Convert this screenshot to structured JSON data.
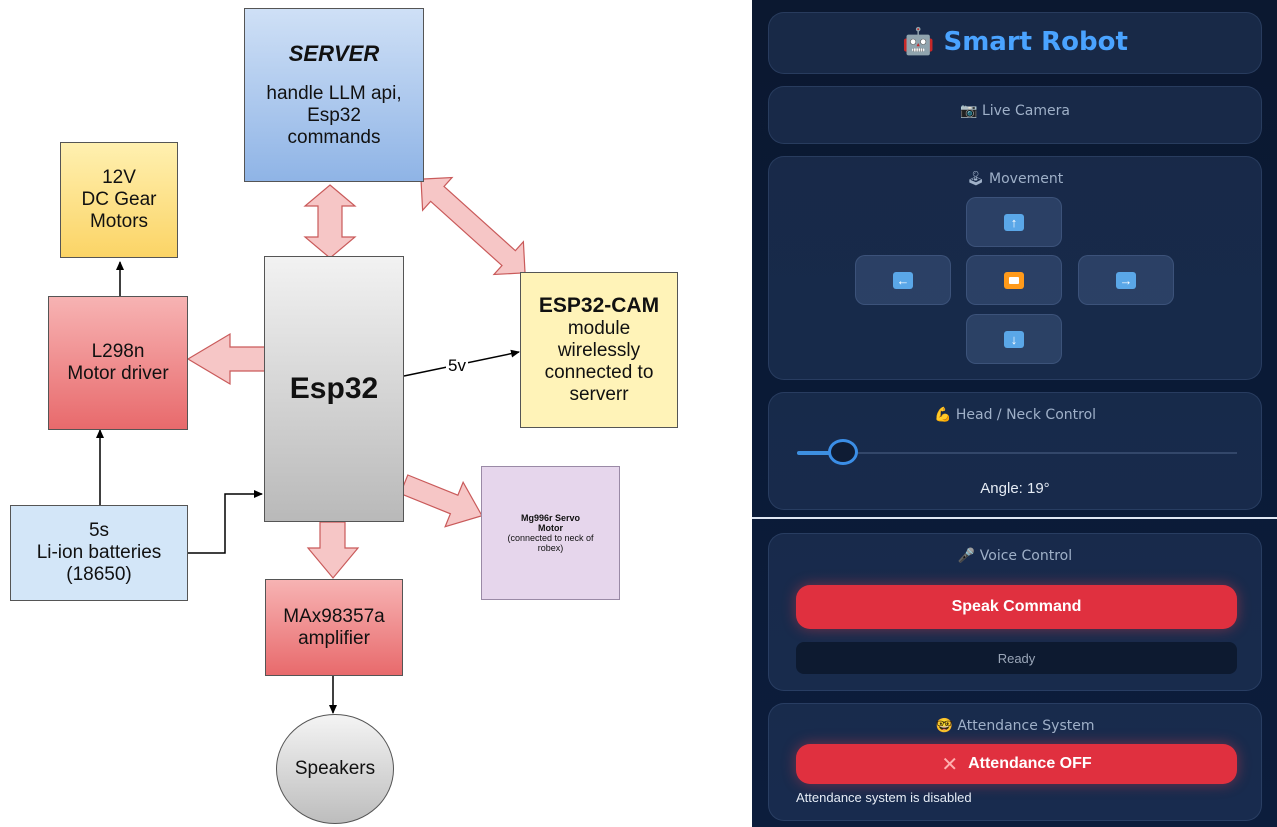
{
  "diagram": {
    "server": {
      "title": "SERVER",
      "desc": [
        "handle LLM api,",
        "Esp32",
        "commands"
      ]
    },
    "motors": [
      "12V",
      "DC Gear",
      "Motors"
    ],
    "driver": [
      "L298n",
      "Motor driver"
    ],
    "esp32": "Esp32",
    "cam": {
      "title": "ESP32-CAM",
      "desc": [
        "module",
        "wirelessly",
        "connected to",
        "serverr"
      ]
    },
    "edge_5v": "5v",
    "battery": [
      "5s",
      "Li-ion batteries",
      "(18650)"
    ],
    "servo": {
      "title": [
        "Mg996r Servo",
        "Motor"
      ],
      "desc": [
        "(connected to neck of",
        "robex)"
      ]
    },
    "amp": [
      "MAx98357a",
      "amplifier"
    ],
    "speakers": "Speakers",
    "colors": {
      "server_fill": "#a9c8ee",
      "motors_fill": "#fde68e",
      "red_fill": "#f0888a",
      "esp_fill": "#d6d6d6",
      "cam_fill": "#fff3b8",
      "battery_fill": "#d3e6f8",
      "servo_fill": "#e6d6ec",
      "speaker_fill": "#d9d9d9",
      "arrow_fill": "#f6c6c6",
      "arrow_stroke": "#c95a5a"
    }
  },
  "app": {
    "title": "Smart Robot",
    "title_icon": "robot-icon",
    "camera": {
      "icon": "camera-icon",
      "label": "Live Camera"
    },
    "movement": {
      "icon": "joystick-icon",
      "label": "Movement",
      "controls": [
        "up-arrow-icon",
        "left-arrow-icon",
        "stop-icon",
        "right-arrow-icon",
        "down-arrow-icon"
      ]
    },
    "neck": {
      "icon": "flexed-arm-icon",
      "label": "Head / Neck Control",
      "angle_text": "Angle: 19°",
      "angle": 19
    },
    "voice": {
      "icon": "microphone-icon",
      "label": "Voice Control",
      "button": "Speak Command",
      "status": "Ready"
    },
    "attendance": {
      "icon": "face-icon",
      "label": "Attendance System",
      "button": "Attendance OFF",
      "button_icon": "cross-icon",
      "status": "Attendance system is disabled"
    },
    "colors": {
      "accent": "#4aa3ff",
      "danger": "#e0303f",
      "stop": "#ff9a1a",
      "key": "#5aa7e8"
    }
  }
}
